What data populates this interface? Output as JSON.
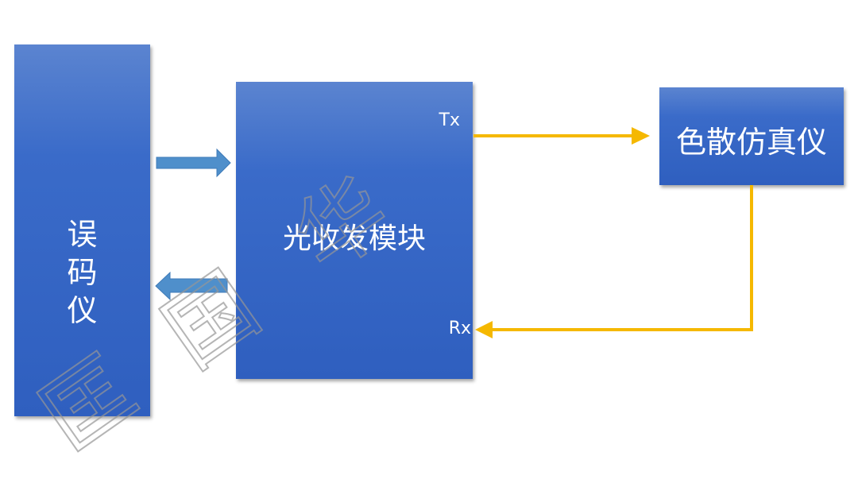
{
  "blocks": {
    "bert": "误码仪",
    "transceiver": "光收发模块",
    "tx_port": "Tx",
    "rx_port": "Rx",
    "dispersion_emulator": "色散仿真仪"
  },
  "colors": {
    "block": "#3a6bc9",
    "arrow_blue": "#4f8fcb",
    "fiber": "#f5b800"
  },
  "watermark": [
    "匡",
    "国",
    "华"
  ]
}
